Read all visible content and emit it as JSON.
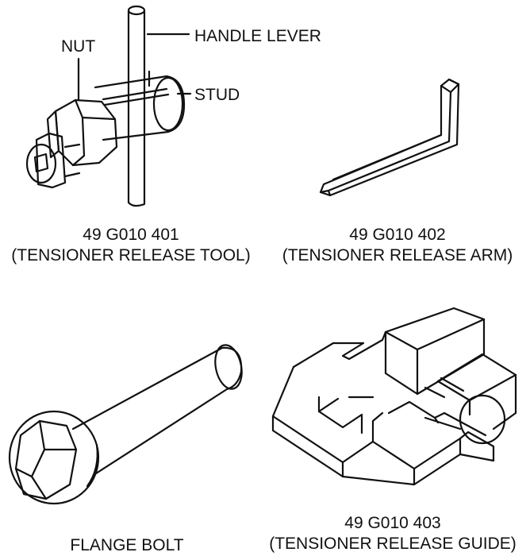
{
  "tool_release": {
    "callouts": {
      "handle_lever": "HANDLE LEVER",
      "nut": "NUT",
      "stud": "STUD"
    },
    "part_number": "49 G010 401",
    "part_name": "(TENSIONER RELEASE TOOL)"
  },
  "release_arm": {
    "part_number": "49 G010 402",
    "part_name": "(TENSIONER RELEASE ARM)"
  },
  "flange_bolt": {
    "part_name": "FLANGE BOLT"
  },
  "release_guide": {
    "part_number": "49 G010 403",
    "part_name": "(TENSIONER RELEASE GUIDE)"
  }
}
